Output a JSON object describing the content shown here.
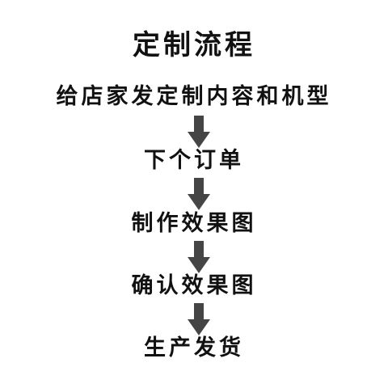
{
  "title": "定制流程",
  "steps": [
    "给店家发定制内容和机型",
    "下个订单",
    "制作效果图",
    "确认效果图",
    "生产发货"
  ],
  "colors": {
    "text": "#111111",
    "arrow": "#454545",
    "background": "#ffffff"
  },
  "icons": {
    "connector": "down-arrow-icon"
  }
}
